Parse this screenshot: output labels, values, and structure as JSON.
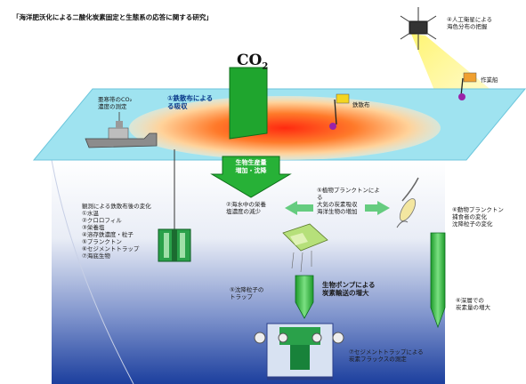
{
  "title": "「海洋肥沃化による二酸化炭素固定と生態系の応答に関する研究」",
  "co2": {
    "main": "CO",
    "sub": "2"
  },
  "labels": {
    "satellite": "④人工衛星による\n海色分布の把握",
    "buoy": "鉄散布",
    "buoy_right": "作業船",
    "ship": "亜寒帯のCO₂\n濃度の測定",
    "iron_fertilization": "①鉄散布による\nる吸収",
    "sink_arrow": "生物生産量\n増加・沈降",
    "ocean_nutrients": "②海水中の栄養\n塩濃度の減少",
    "plankton_note": "⑤植物プランクトンによる\n大気の炭素吸収\n海洋生物の増加",
    "left_list": "観測による鉄散布後の変化\n①水温\n②クロロフィル\n③栄養塩\n④溶存鉄濃度・粒子\n⑤プランクトン\n⑥セジメントトラップ\n⑦海底生物",
    "zooplankton_right": "⑥動物プランクトン\n捕食者の変化\n沈降粒子の変化",
    "trap_mid": "⑤沈降粒子の\nトラップ",
    "bio_pump": "生物ポンプによる\n炭素輸送の増大",
    "trap_deep": "⑥深層での\n炭素量の増大",
    "deep_bottom": "⑦セジメントトラップによる\n炭素フラックスの測定"
  },
  "colors": {
    "sea_surface": "#9fe3f0",
    "bloom_hot": "#ff3a1a",
    "co2_box": "#1fa52e",
    "arrow_green": "#27b137",
    "deep_water": "#1c3f9e",
    "sun": "#fff46a"
  },
  "icons": [
    "satellite-icon",
    "buoy-icon",
    "flag-icon",
    "ship-icon",
    "sediment-trap-icon",
    "plankton-icon",
    "bottom-station-icon"
  ]
}
